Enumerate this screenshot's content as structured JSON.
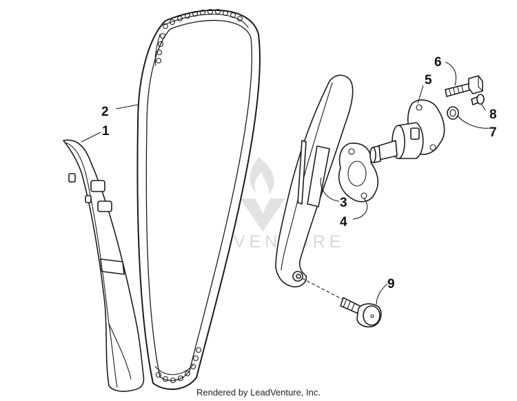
{
  "watermark": {
    "text": "LEADVENTURE"
  },
  "footer": {
    "credit": "Rendered by LeadVenture, Inc."
  },
  "callouts": {
    "c1": "1",
    "c2": "2",
    "c3": "3",
    "c4": "4",
    "c5": "5",
    "c6": "6",
    "c7": "7",
    "c8": "8",
    "c9": "9"
  }
}
